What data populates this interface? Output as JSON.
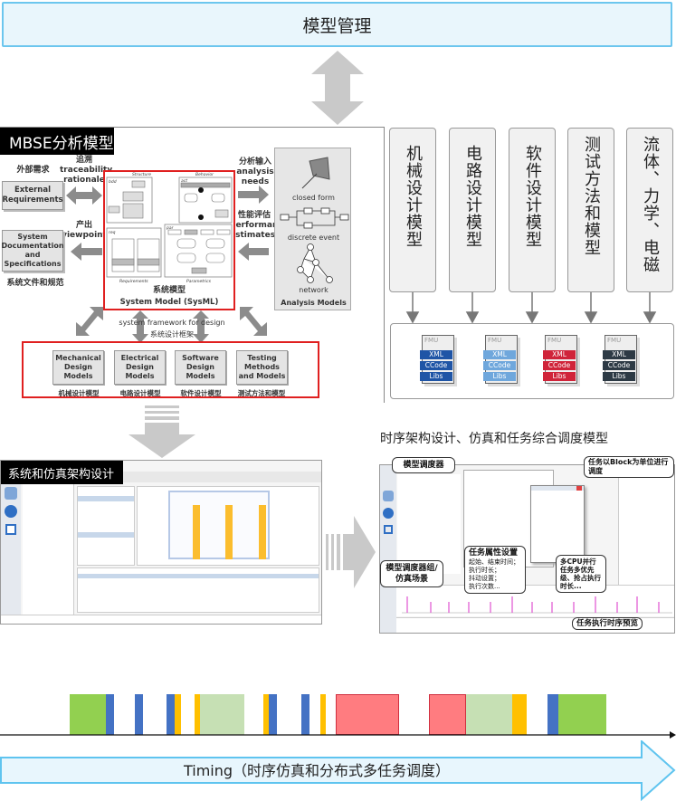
{
  "header": {
    "title": "模型管理"
  },
  "mbse": {
    "title": "MBSE分析模型",
    "external_req": {
      "cn": "外部需求",
      "en": "External Requirements"
    },
    "trace": {
      "cn": "追溯",
      "en1": "traceability",
      "en2": "rationale"
    },
    "produce": {
      "cn": "产出",
      "en": "viewpoint"
    },
    "sysdoc": {
      "en": "System Documentation and Specifications",
      "cn": "系统文件和规范"
    },
    "analysis_in": {
      "cn": "分析输入",
      "en1": "analysis",
      "en2": "needs"
    },
    "perf": {
      "cn": "性能评估",
      "en1": "performance",
      "en2": "estimates"
    },
    "sysml": {
      "structure": "Structure",
      "behavior": "Behavior",
      "requirements": "Requirements",
      "parametrics": "Parametrics",
      "bdd": "bdd",
      "act": "act",
      "req": "req",
      "par": "par",
      "cn": "系统模型",
      "en": "System Model (SysML)"
    },
    "analysis_models": {
      "title": "Analysis Models",
      "closed": "closed form",
      "discrete": "discrete event",
      "network": "network"
    },
    "framework": {
      "en": "system framework for design",
      "cn": "系统设计框架"
    },
    "design_models": [
      {
        "en": "Mechanical Design Models",
        "cn": "机械设计模型"
      },
      {
        "en": "Electrical Design Models",
        "cn": "电路设计模型"
      },
      {
        "en": "Software Design Models",
        "cn": "软件设计模型"
      },
      {
        "en": "Testing Methods and Models",
        "cn": "测试方法和模型"
      }
    ]
  },
  "domain_models": [
    "机械设计模型",
    "电路设计模型",
    "软件设计模型",
    "测试方法和模型",
    "流体、力学、电磁"
  ],
  "fmus": [
    {
      "label": "FMU",
      "rows": [
        "XML",
        "CCode",
        "Libs"
      ],
      "color": "#1f55a6"
    },
    {
      "label": "FMU",
      "rows": [
        "XML",
        "CCode",
        "Libs"
      ],
      "color": "#6fa7dc"
    },
    {
      "label": "FMU",
      "rows": [
        "XML",
        "CCode",
        "Libs"
      ],
      "color": "#d0243a"
    },
    {
      "label": "FMU",
      "rows": [
        "XML",
        "CCode",
        "Libs"
      ],
      "color": "#2d3a45"
    }
  ],
  "arch": {
    "title": "系统和仿真架构设计"
  },
  "timing_model": {
    "title": "时序架构设计、仿真和任务综合调度模型",
    "callouts": {
      "scheduler": "模型调度器",
      "block": "任务以Block为单位进行调度",
      "group": "模型调度器组/仿真场景",
      "props_title": "任务属性设置",
      "props": [
        "起始、结束时间；",
        "执行时长；",
        "抖动设置；",
        "执行次数..."
      ],
      "cpu": "多CPU并行任务多优先级、抢占执行时长...",
      "preview": "任务执行时序预览"
    }
  },
  "timeline": {
    "colors": {
      "green": "#92d050",
      "blue": "#4472c4",
      "orange": "#ffc000",
      "light": "#c6e0b4",
      "red": "#ff7c80"
    }
  },
  "footer": {
    "label": "Timing（时序仿真和分布式多任务调度）"
  }
}
